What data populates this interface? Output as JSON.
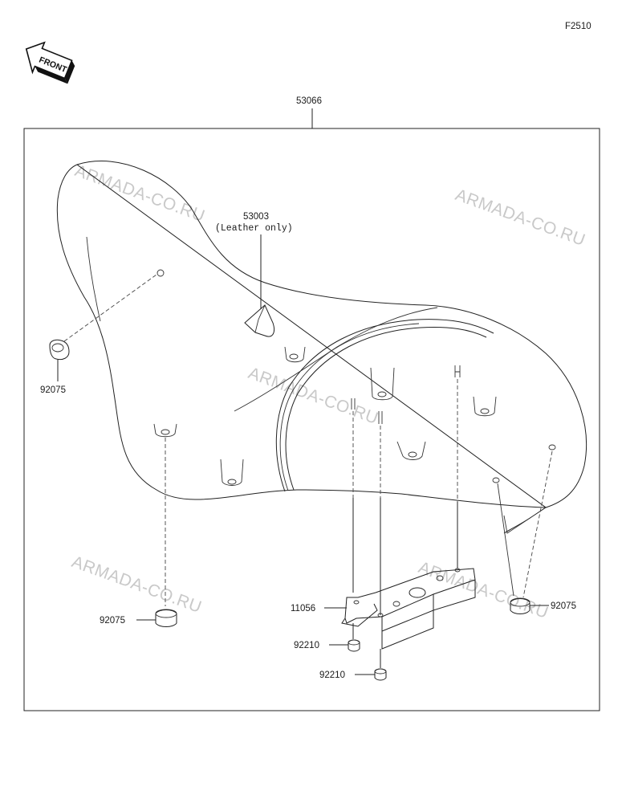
{
  "figure_code": "F2510",
  "front_badge": "FRONT",
  "watermark": "ARMADA-CO.RU",
  "parts": {
    "seat_assy": "53066",
    "cover_part": "53003",
    "cover_note": "(Leather only)",
    "damper_left": "92075",
    "damper_bottom": "92075",
    "damper_right": "92075",
    "bracket": "11056",
    "nut_upper": "92210",
    "nut_lower": "92210"
  }
}
